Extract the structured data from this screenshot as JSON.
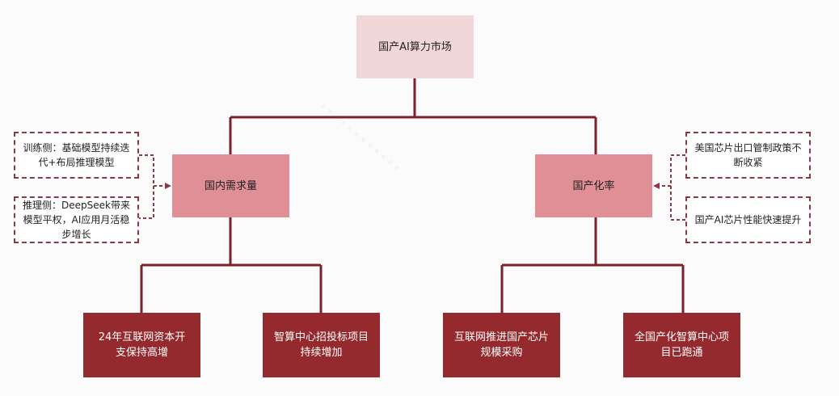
{
  "root": {
    "label": "国产AI算力市场"
  },
  "branches": [
    {
      "label": "国内需求量",
      "notes": [
        "训练侧：基础模型持续迭代+布局推理模型",
        "推理侧：DeepSeek带来模型平权，AI应用月活稳步增长"
      ],
      "leaves": [
        "24年互联网资本开支保持高增",
        "智算中心招投标项目持续增加"
      ]
    },
    {
      "label": "国产化率",
      "notes": [
        "美国芯片出口管制政策不断收紧",
        "国产AI芯片性能快速提升"
      ],
      "leaves": [
        "互联网推进国产芯片规模采购",
        "全国产化智算中心项目已跑通"
      ]
    }
  ],
  "colors": {
    "root": "#f2d7d9",
    "mid": "#df8f95",
    "leaf": "#952a2e",
    "line": "#7a2228"
  }
}
